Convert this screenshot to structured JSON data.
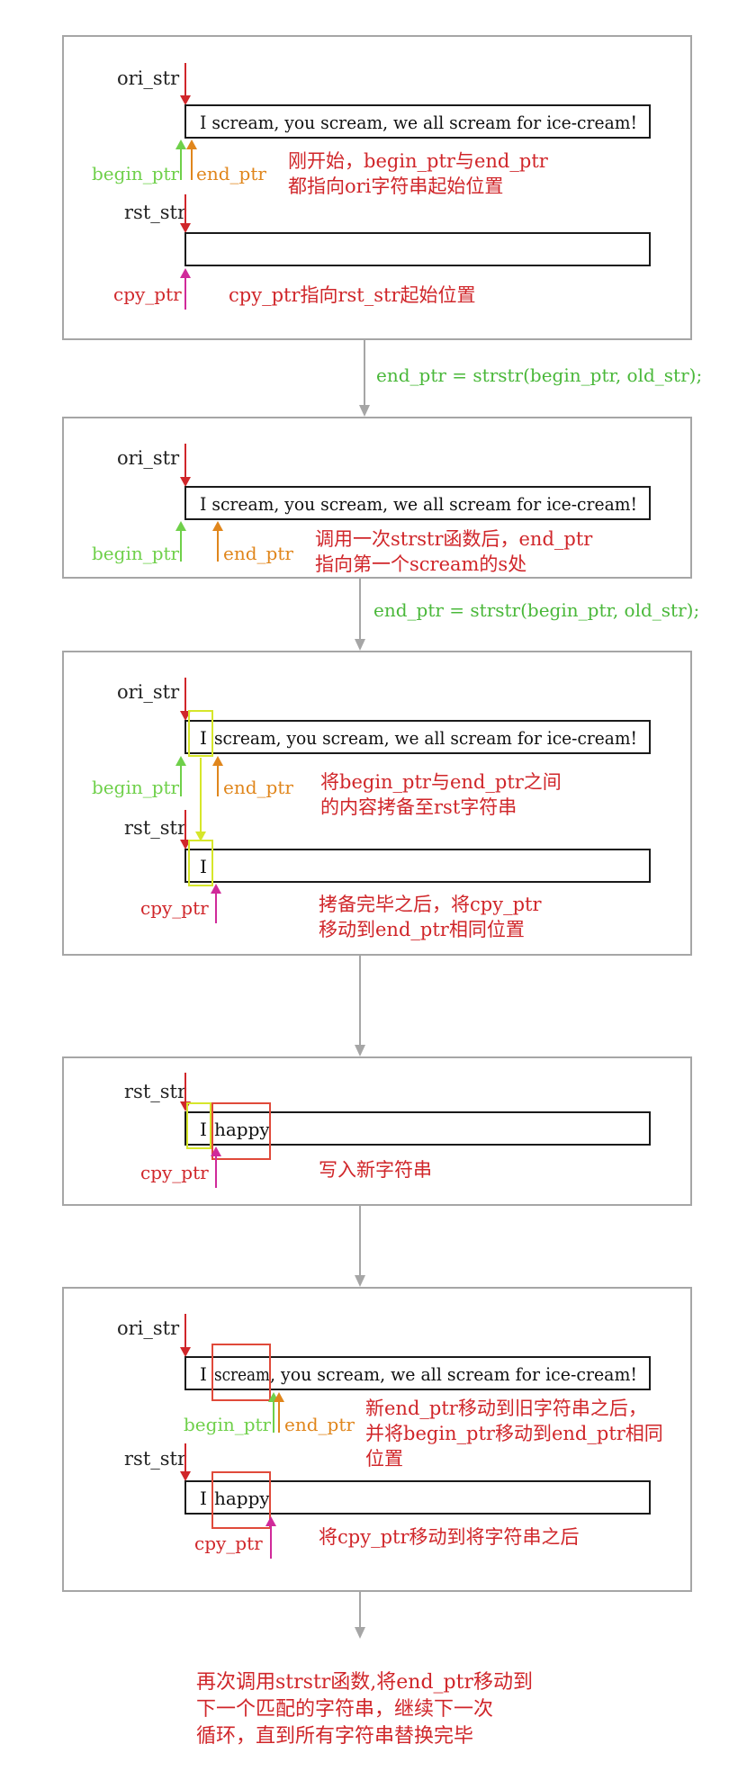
{
  "labels": {
    "ori_str": "ori_str",
    "rst_str": "rst_str",
    "begin_ptr": "begin_ptr",
    "end_ptr": "end_ptr",
    "cpy_ptr": "cpy_ptr"
  },
  "strings": {
    "ori_full": "I scream, you scream, we all scream for ice-cream!",
    "ori_rest": "scream, you scream, we all scream for ice-cream!",
    "ori_tail": ", you scream, we all scream for ice-cream!",
    "char_I": "I",
    "scream": "scream",
    "happy": "happy"
  },
  "transitions": {
    "call": "end_ptr = strstr(begin_ptr, old_str);"
  },
  "notes": {
    "p1_a": "刚开始，begin_ptr与end_ptr",
    "p1_b": "都指向ori字符串起始位置",
    "p1_c": "cpy_ptr指向rst_str起始位置",
    "p2_a": "调用一次strstr函数后，end_ptr",
    "p2_b": "指向第一个scream的s处",
    "p3_a": "将begin_ptr与end_ptr之间",
    "p3_b": "的内容拷备至rst字符串",
    "p3_c": "拷备完毕之后，将cpy_ptr",
    "p3_d": "移动到end_ptr相同位置",
    "p4_a": "写入新字符串",
    "p5_a": "新end_ptr移动到旧字符串之后，",
    "p5_b": "并将begin_ptr移动到end_ptr相同",
    "p5_c": "位置",
    "p5_d": "将cpy_ptr移动到将字符串之后",
    "final_a": "再次调用strstr函数,将end_ptr移动到",
    "final_b": "下一个匹配的字符串，继续下一次",
    "final_c": "循环，直到所有字符串替换完毕"
  },
  "colors": {
    "red": "#d0262a",
    "green": "#6fd04a",
    "orange": "#e0861c",
    "magenta": "#d02a9a",
    "lime": "#d6e62a",
    "highlight": "#e04a3a",
    "box": "#1a1a1a",
    "frame": "#a6a6a6"
  }
}
